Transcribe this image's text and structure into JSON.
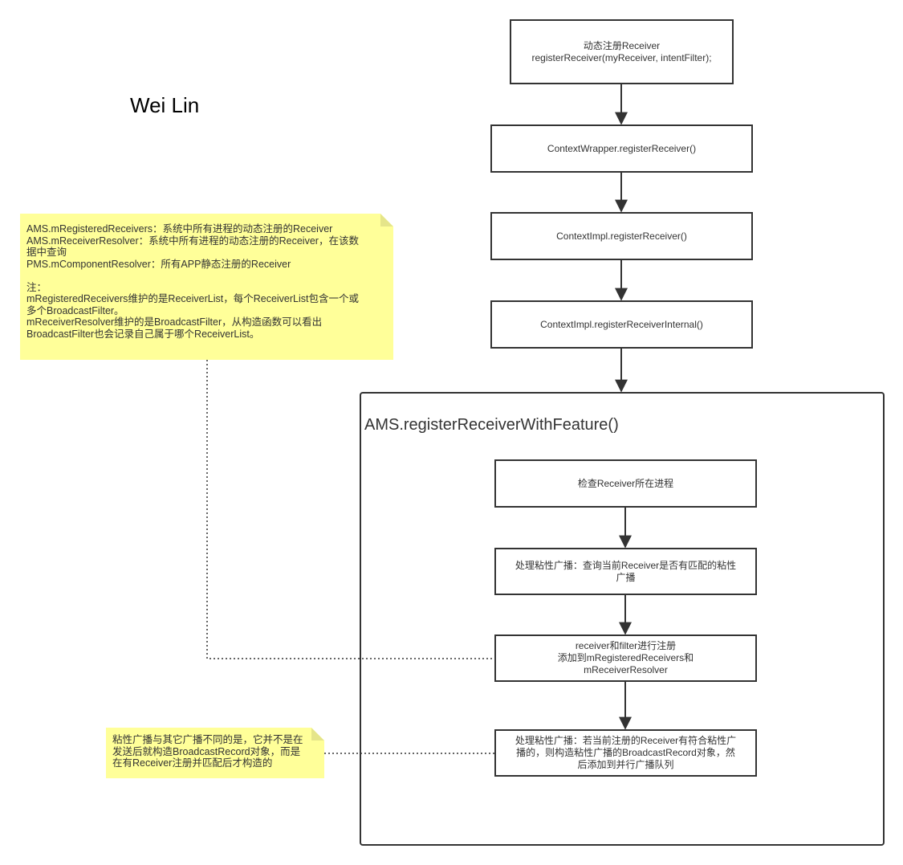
{
  "author": "Wei Lin",
  "colors": {
    "stroke": "#333333",
    "note_fill": "#ffff99",
    "background": "#ffffff"
  },
  "flow": [
    {
      "lines": [
        "动态注册Receiver",
        "registerReceiver(myReceiver, intentFilter);"
      ]
    },
    {
      "lines": [
        "ContextWrapper.registerReceiver()"
      ]
    },
    {
      "lines": [
        "ContextImpl.registerReceiver()"
      ]
    },
    {
      "lines": [
        "ContextImpl.registerReceiverInternal()"
      ]
    }
  ],
  "container": {
    "title": "AMS.registerReceiverWithFeature()",
    "steps": [
      {
        "lines": [
          "检查Receiver所在进程"
        ]
      },
      {
        "lines": [
          "处理粘性广播：查询当前Receiver是否有匹配的粘性",
          "广播"
        ]
      },
      {
        "lines": [
          "receiver和filter进行注册",
          "添加到mRegisteredReceivers和",
          "mReceiverResolver"
        ]
      },
      {
        "lines": [
          "处理粘性广播：若当前注册的Receiver有符合粘性广",
          "播的，则构造粘性广播的BroadcastRecord对象，然",
          "后添加到并行广播队列"
        ]
      }
    ]
  },
  "notes": {
    "registry": {
      "lines": [
        "AMS.mRegisteredReceivers：系统中所有进程的动态注册的Receiver",
        "AMS.mReceiverResolver：系统中所有进程的动态注册的Receiver，在该数",
        "据中查询",
        "PMS.mComponentResolver：所有APP静态注册的Receiver",
        "",
        "注：",
        "mRegisteredReceivers维护的是ReceiverList，每个ReceiverList包含一个或",
        "多个BroadcastFilter。",
        "mReceiverResolver维护的是BroadcastFilter，从构造函数可以看出",
        "BroadcastFilter也会记录自己属于哪个ReceiverList。"
      ]
    },
    "sticky": {
      "lines": [
        "粘性广播与其它广播不同的是，它并不是在",
        "发送后就构造BroadcastRecord对象，而是",
        "在有Receiver注册并匹配后才构造的"
      ]
    }
  }
}
